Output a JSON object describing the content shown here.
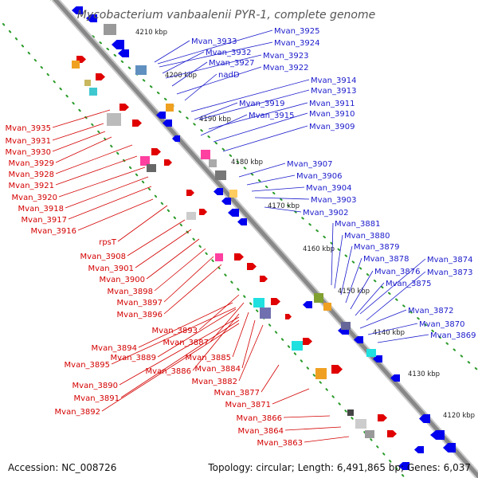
{
  "title": "Mycobacterium vanbaalenii PYR-1, complete genome",
  "footer": {
    "accession": "Accession: NC_008726",
    "topology": "Topology: circular; Length: 6,491,865 bp; Genes: 6,037"
  },
  "colors": {
    "forward": "#e00000",
    "reverse": "#0000ee",
    "backbone": "#888888",
    "forward_label": "#d40000",
    "reverse_label": "#1a1acc",
    "tick_dots": "#2a9a2a"
  },
  "ticks": [
    "4210 kbp",
    "4200 kbp",
    "4190 kbp",
    "4180 kbp",
    "4170 kbp",
    "4160 kbp",
    "4150 kbp",
    "4140 kbp",
    "4130 kbp",
    "4120 kbp"
  ],
  "forward_labels": [
    "Mvan_3935",
    "Mvan_3931",
    "Mvan_3930",
    "Mvan_3929",
    "Mvan_3928",
    "Mvan_3921",
    "Mvan_3920",
    "Mvan_3918",
    "Mvan_3917",
    "Mvan_3916",
    "rpsT",
    "Mvan_3908",
    "Mvan_3901",
    "Mvan_3900",
    "Mvan_3898",
    "Mvan_3897",
    "Mvan_3896",
    "Mvan_3893",
    "Mvan_3894",
    "Mvan_3887",
    "Mvan_3889",
    "Mvan_3895",
    "Mvan_3885",
    "Mvan_3886",
    "Mvan_3884",
    "Mvan_3882",
    "Mvan_3890",
    "Mvan_3877",
    "Mvan_3891",
    "Mvan_3871",
    "Mvan_3892",
    "Mvan_3866",
    "Mvan_3864",
    "Mvan_3863"
  ],
  "reverse_labels": [
    "Mvan_3925",
    "Mvan_3933",
    "Mvan_3924",
    "Mvan_3932",
    "Mvan_3923",
    "Mvan_3927",
    "Mvan_3922",
    "nadD",
    "Mvan_3914",
    "Mvan_3913",
    "Mvan_3919",
    "Mvan_3911",
    "Mvan_3915",
    "Mvan_3910",
    "Mvan_3909",
    "Mvan_3907",
    "Mvan_3906",
    "Mvan_3904",
    "Mvan_3903",
    "Mvan_3902",
    "Mvan_3881",
    "Mvan_3880",
    "Mvan_3879",
    "Mvan_3878",
    "Mvan_3874",
    "Mvan_3876",
    "Mvan_3873",
    "Mvan_3875",
    "Mvan_3872",
    "Mvan_3870",
    "Mvan_3869"
  ]
}
